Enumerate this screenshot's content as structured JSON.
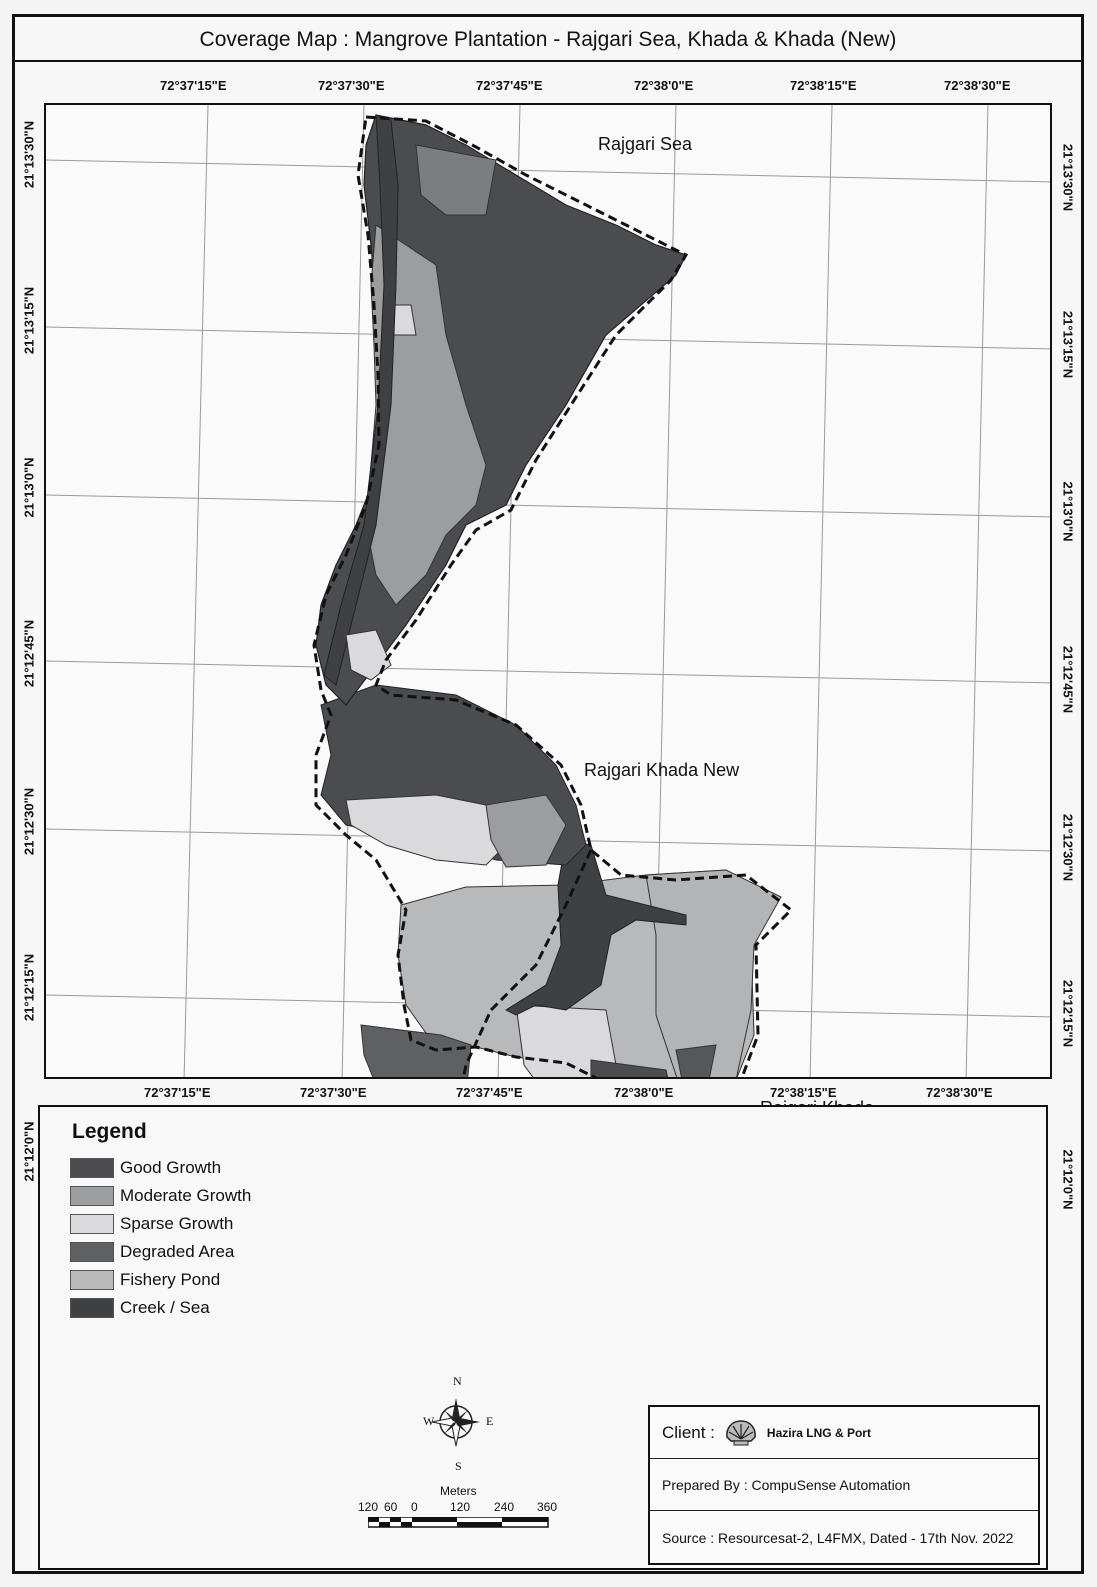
{
  "title": "Coverage Map : Mangrove Plantation - Rajgari Sea, Khada & Khada (New)",
  "lon_labels_top": [
    "72°37'15\"E",
    "72°37'30\"E",
    "72°37'45\"E",
    "72°38'0\"E",
    "72°38'15\"E",
    "72°38'30\"E"
  ],
  "lon_labels_bottom": [
    "72°37'15\"E",
    "72°37'30\"E",
    "72°37'45\"E",
    "72°38'0\"E",
    "72°38'15\"E",
    "72°38'30\"E"
  ],
  "lat_labels_left": [
    "21°13'30\"N",
    "21°13'15\"N",
    "21°13'0\"N",
    "21°12'45\"N",
    "21°12'30\"N",
    "21°12'15\"N",
    "21°12'0\"N"
  ],
  "lat_labels_right": [
    "21°13'30\"N",
    "21°13'15\"N",
    "21°13'0\"N",
    "21°12'45\"N",
    "21°12'30\"N",
    "21°12'15\"N",
    "21°12'0\"N"
  ],
  "places": {
    "rajgari_sea": "Rajgari Sea",
    "rajgari_khada_new": "Rajgari Khada New",
    "rajgari_khada": "Rajgari Khada"
  },
  "colors": {
    "good_growth": "#4a4c4f",
    "moderate_growth": "#9c9d9f",
    "sparse_growth": "#dadadc",
    "degraded_area": "#5e6063",
    "fishery_pond": "#b8b9bb",
    "creek_sea": "#3e4043"
  },
  "legend": {
    "title": "Legend",
    "items": [
      {
        "label": "Good Growth",
        "color": "#4a4c4f"
      },
      {
        "label": "Moderate Growth",
        "color": "#9c9d9f"
      },
      {
        "label": "Sparse Growth",
        "color": "#dadadc"
      },
      {
        "label": "Degraded Area",
        "color": "#5e6063"
      },
      {
        "label": "Fishery Pond",
        "color": "#b8b9bb"
      },
      {
        "label": "Creek / Sea",
        "color": "#3e4043"
      }
    ]
  },
  "north_arrow": {
    "n": "N",
    "s": "S",
    "e": "E",
    "w": "W",
    "icon": "compass-rose-icon"
  },
  "scale_bar": {
    "units": "Meters",
    "ticks": [
      "120",
      "60",
      "0",
      "120",
      "240",
      "360"
    ]
  },
  "info": {
    "client_label": "Client :",
    "client_name": "Hazira LNG & Port",
    "client_icon": "shell-logo-icon",
    "prepared_by": "Prepared By :  CompuSense Automation",
    "source": "Source : Resourcesat-2, L4FMX, Dated - 17th Nov. 2022"
  }
}
